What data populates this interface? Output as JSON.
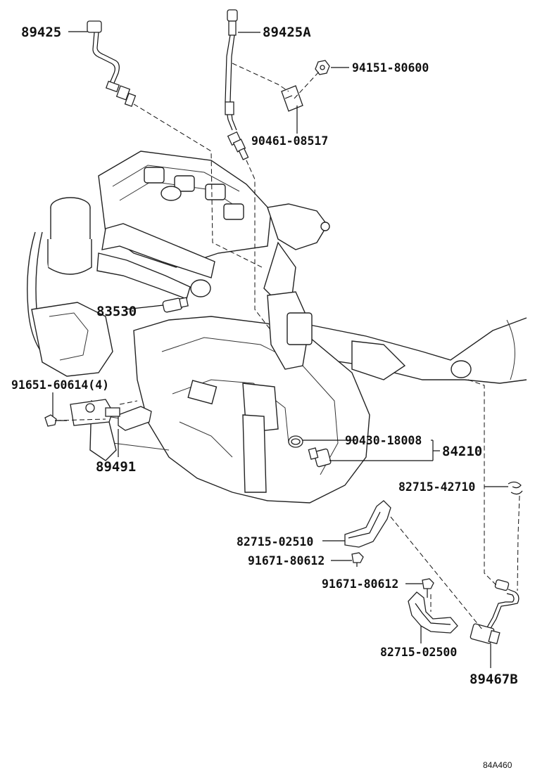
{
  "labels": {
    "p89425": "89425",
    "p89425A": "89425A",
    "p9415180600": "94151-80600",
    "p9046108517": "90461-08517",
    "p83530": "83530",
    "p9165160614": "91651-60614(4)",
    "p89491": "89491",
    "p9043018008": "90430-18008",
    "p84210": "84210",
    "p8271542710": "82715-42710",
    "p8271502510": "82715-02510",
    "p9167180612a": "91671-80612",
    "p9167180612b": "91671-80612",
    "p8271502500": "82715-02500",
    "p89467B": "89467B"
  },
  "figure_code": "84A460",
  "colors": {
    "line": "#111111",
    "background": "#ffffff"
  }
}
